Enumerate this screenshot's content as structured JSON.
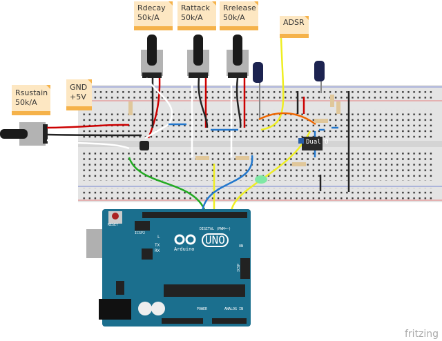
{
  "notes": {
    "rdecay": {
      "name": "Rdecay",
      "value": "50k/A"
    },
    "rattack": {
      "name": "Rattack",
      "value": "50k/A"
    },
    "rrelease": {
      "name": "Rrelease",
      "value": "50k/A"
    },
    "adsr": {
      "name": "ADSR"
    },
    "rsustain": {
      "name": "Rsustain",
      "value": "50k/A"
    },
    "power": {
      "line1": "GND",
      "line2": "+5V"
    }
  },
  "ic": {
    "label": "Dual O"
  },
  "arduino": {
    "brand": "Arduino",
    "model": "UNO",
    "reset": "RESET",
    "icsp2": "ICSP2",
    "icsp": "ICSP",
    "led_l": "L",
    "led_tx": "TX",
    "led_rx": "RX",
    "led_on": "ON",
    "digital": "DIGITAL (PWM=~)",
    "power": "POWER",
    "analog": "ANALOG IN"
  },
  "watermark": "fritzing",
  "colors": {
    "board": "#1b6f8e",
    "breadboard": "#e4e4e4",
    "note": "#fde7c2"
  }
}
